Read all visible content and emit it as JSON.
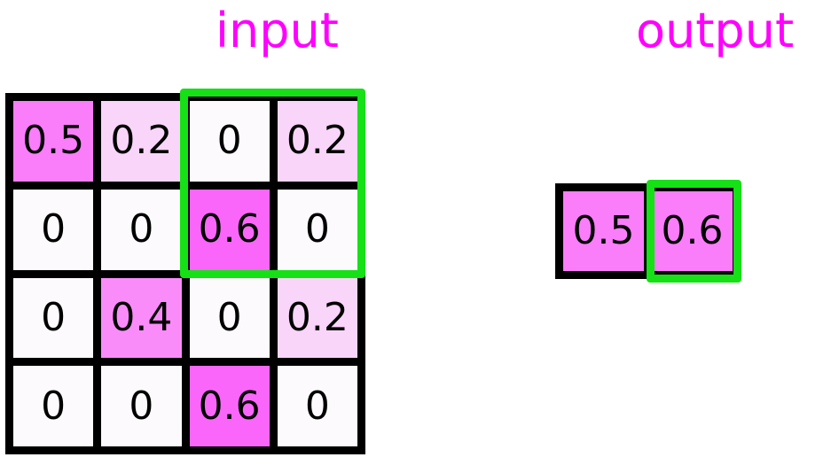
{
  "labels": {
    "input_title": "input",
    "output_title": "output"
  },
  "colors": {
    "title": "#ff00ff",
    "highlight": "#16e016",
    "gridline": "#000000",
    "text": "#000000",
    "background": "#ffffff",
    "v0": "#fdfafd",
    "v02": "#f9d5f9",
    "v04": "#fa8cfa",
    "v05": "#fa7dfa",
    "v06": "#fa66fa"
  },
  "chart_data": {
    "type": "heatmap",
    "title": "input",
    "rows": 4,
    "cols": 4,
    "values": [
      [
        0.5,
        0.2,
        0,
        0.2
      ],
      [
        0,
        0,
        0.6,
        0
      ],
      [
        0,
        0.4,
        0,
        0.2
      ],
      [
        0,
        0,
        0.6,
        0
      ]
    ],
    "cell_labels": [
      [
        "0.5",
        "0.2",
        "0",
        "0.2"
      ],
      [
        "0",
        "0",
        "0.6",
        "0"
      ],
      [
        "0",
        "0.4",
        "0",
        "0.2"
      ],
      [
        "0",
        "0",
        "0.6",
        "0"
      ]
    ],
    "highlight_region": {
      "row_start": 0,
      "row_end": 1,
      "col_start": 2,
      "col_end": 3,
      "color": "#16e016"
    },
    "output": {
      "title": "output",
      "rows": 1,
      "cols": 2,
      "values": [
        [
          0.5,
          0.6
        ]
      ],
      "cell_labels": [
        [
          "0.5",
          "0.6"
        ]
      ],
      "highlight_cell": {
        "row": 0,
        "col": 1,
        "color": "#16e016"
      }
    },
    "colormap": {
      "0": "#fdfafd",
      "0.2": "#f9d5f9",
      "0.4": "#fa8cfa",
      "0.5": "#fa7dfa",
      "0.6": "#fa66fa"
    }
  },
  "input_cells": [
    {
      "label": "0.5",
      "value": 0.5,
      "fill": "#fa7dfa"
    },
    {
      "label": "0.2",
      "value": 0.2,
      "fill": "#f9d5f9"
    },
    {
      "label": "0",
      "value": 0,
      "fill": "#fdfafd"
    },
    {
      "label": "0.2",
      "value": 0.2,
      "fill": "#f9d5f9"
    },
    {
      "label": "0",
      "value": 0,
      "fill": "#fdfafd"
    },
    {
      "label": "0",
      "value": 0,
      "fill": "#fdfafd"
    },
    {
      "label": "0.6",
      "value": 0.6,
      "fill": "#fa66fa"
    },
    {
      "label": "0",
      "value": 0,
      "fill": "#fdfafd"
    },
    {
      "label": "0",
      "value": 0,
      "fill": "#fdfafd"
    },
    {
      "label": "0.4",
      "value": 0.4,
      "fill": "#fa8cfa"
    },
    {
      "label": "0",
      "value": 0,
      "fill": "#fdfafd"
    },
    {
      "label": "0.2",
      "value": 0.2,
      "fill": "#f9d5f9"
    },
    {
      "label": "0",
      "value": 0,
      "fill": "#fdfafd"
    },
    {
      "label": "0",
      "value": 0,
      "fill": "#fdfafd"
    },
    {
      "label": "0.6",
      "value": 0.6,
      "fill": "#fa66fa"
    },
    {
      "label": "0",
      "value": 0,
      "fill": "#fdfafd"
    }
  ],
  "output_cells": [
    {
      "label": "0.5",
      "value": 0.5,
      "fill": "#fa7dfa"
    },
    {
      "label": "0.6",
      "value": 0.6,
      "fill": "#fa7dfa"
    }
  ]
}
